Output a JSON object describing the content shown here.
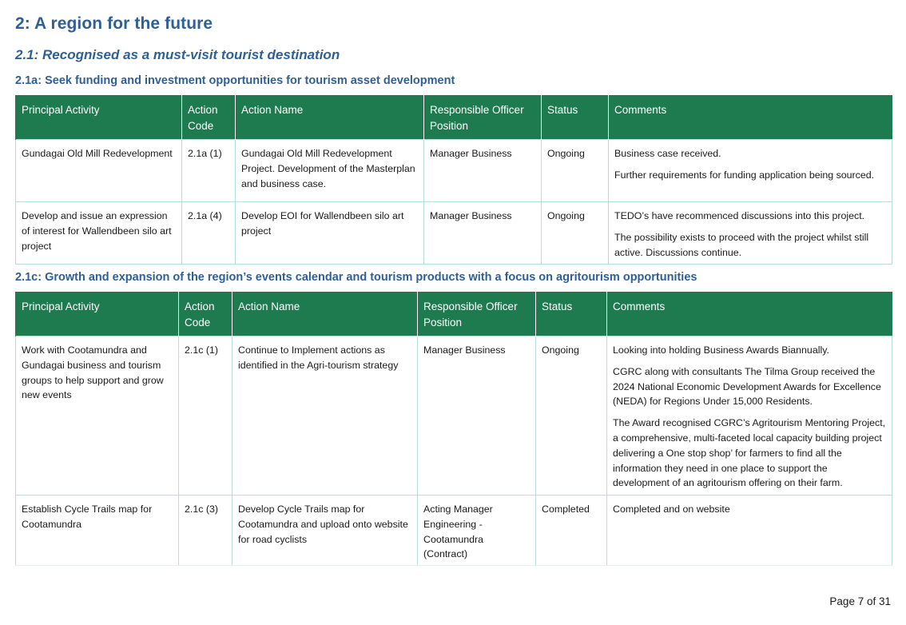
{
  "section_title": "2: A region for the future",
  "subsection_title": "2.1: Recognised as a must-visit tourist destination",
  "headers": [
    "Principal Activity",
    "Action Code",
    "Action Name",
    "Responsible Officer Position",
    "Status",
    "Comments"
  ],
  "table1": {
    "heading": "2.1a: Seek funding and investment opportunities for tourism asset development",
    "rows": [
      {
        "activity": "Gundagai Old Mill Redevelopment",
        "code": "2.1a (1)",
        "action": "Gundagai Old Mill Redevelopment Project. Development of the Masterplan and business case.",
        "officer": "Manager Business",
        "status": "Ongoing",
        "comments": [
          "Business case received.",
          "Further requirements for funding application being sourced."
        ]
      },
      {
        "activity": "Develop and issue an expression of interest for Wallendbeen silo art project",
        "code": "2.1a (4)",
        "action": "Develop EOI for Wallendbeen silo art project",
        "officer": "Manager Business",
        "status": "Ongoing",
        "comments": [
          "TEDO’s have recommenced discussions into this project.",
          "The possibility exists to proceed with the project whilst still active. Discussions continue."
        ]
      }
    ]
  },
  "table2": {
    "heading": "2.1c: Growth and expansion of the region’s events calendar and tourism products with a focus on agritourism opportunities",
    "rows": [
      {
        "activity": "Work with Cootamundra and Gundagai business and tourism groups to help support and grow new events",
        "code": "2.1c (1)",
        "action": "Continue to Implement actions as identified in the Agri-tourism strategy",
        "officer": "Manager Business",
        "status": "Ongoing",
        "comments": [
          "Looking into holding Business Awards Biannually.",
          "CGRC along with consultants The Tilma Group received the 2024 National Economic Development Awards for Excellence (NEDA) for Regions Under 15,000 Residents.",
          "The Award recognised CGRC’s Agritourism Mentoring Project, a comprehensive, multi-faceted local capacity building project delivering a One stop shop’ for farmers to find all the information they need in one place to support the development of an agritourism offering on their farm."
        ]
      },
      {
        "activity": "Establish Cycle Trails map for Cootamundra",
        "code": "2.1c (3)",
        "action": "Develop Cycle Trails map for Cootamundra and upload onto website for road cyclists",
        "officer": "Acting Manager Engineering - Cootamundra (Contract)",
        "status": "Completed",
        "comments": [
          "Completed and on website"
        ]
      }
    ]
  },
  "footer": "Page 7 of 31"
}
